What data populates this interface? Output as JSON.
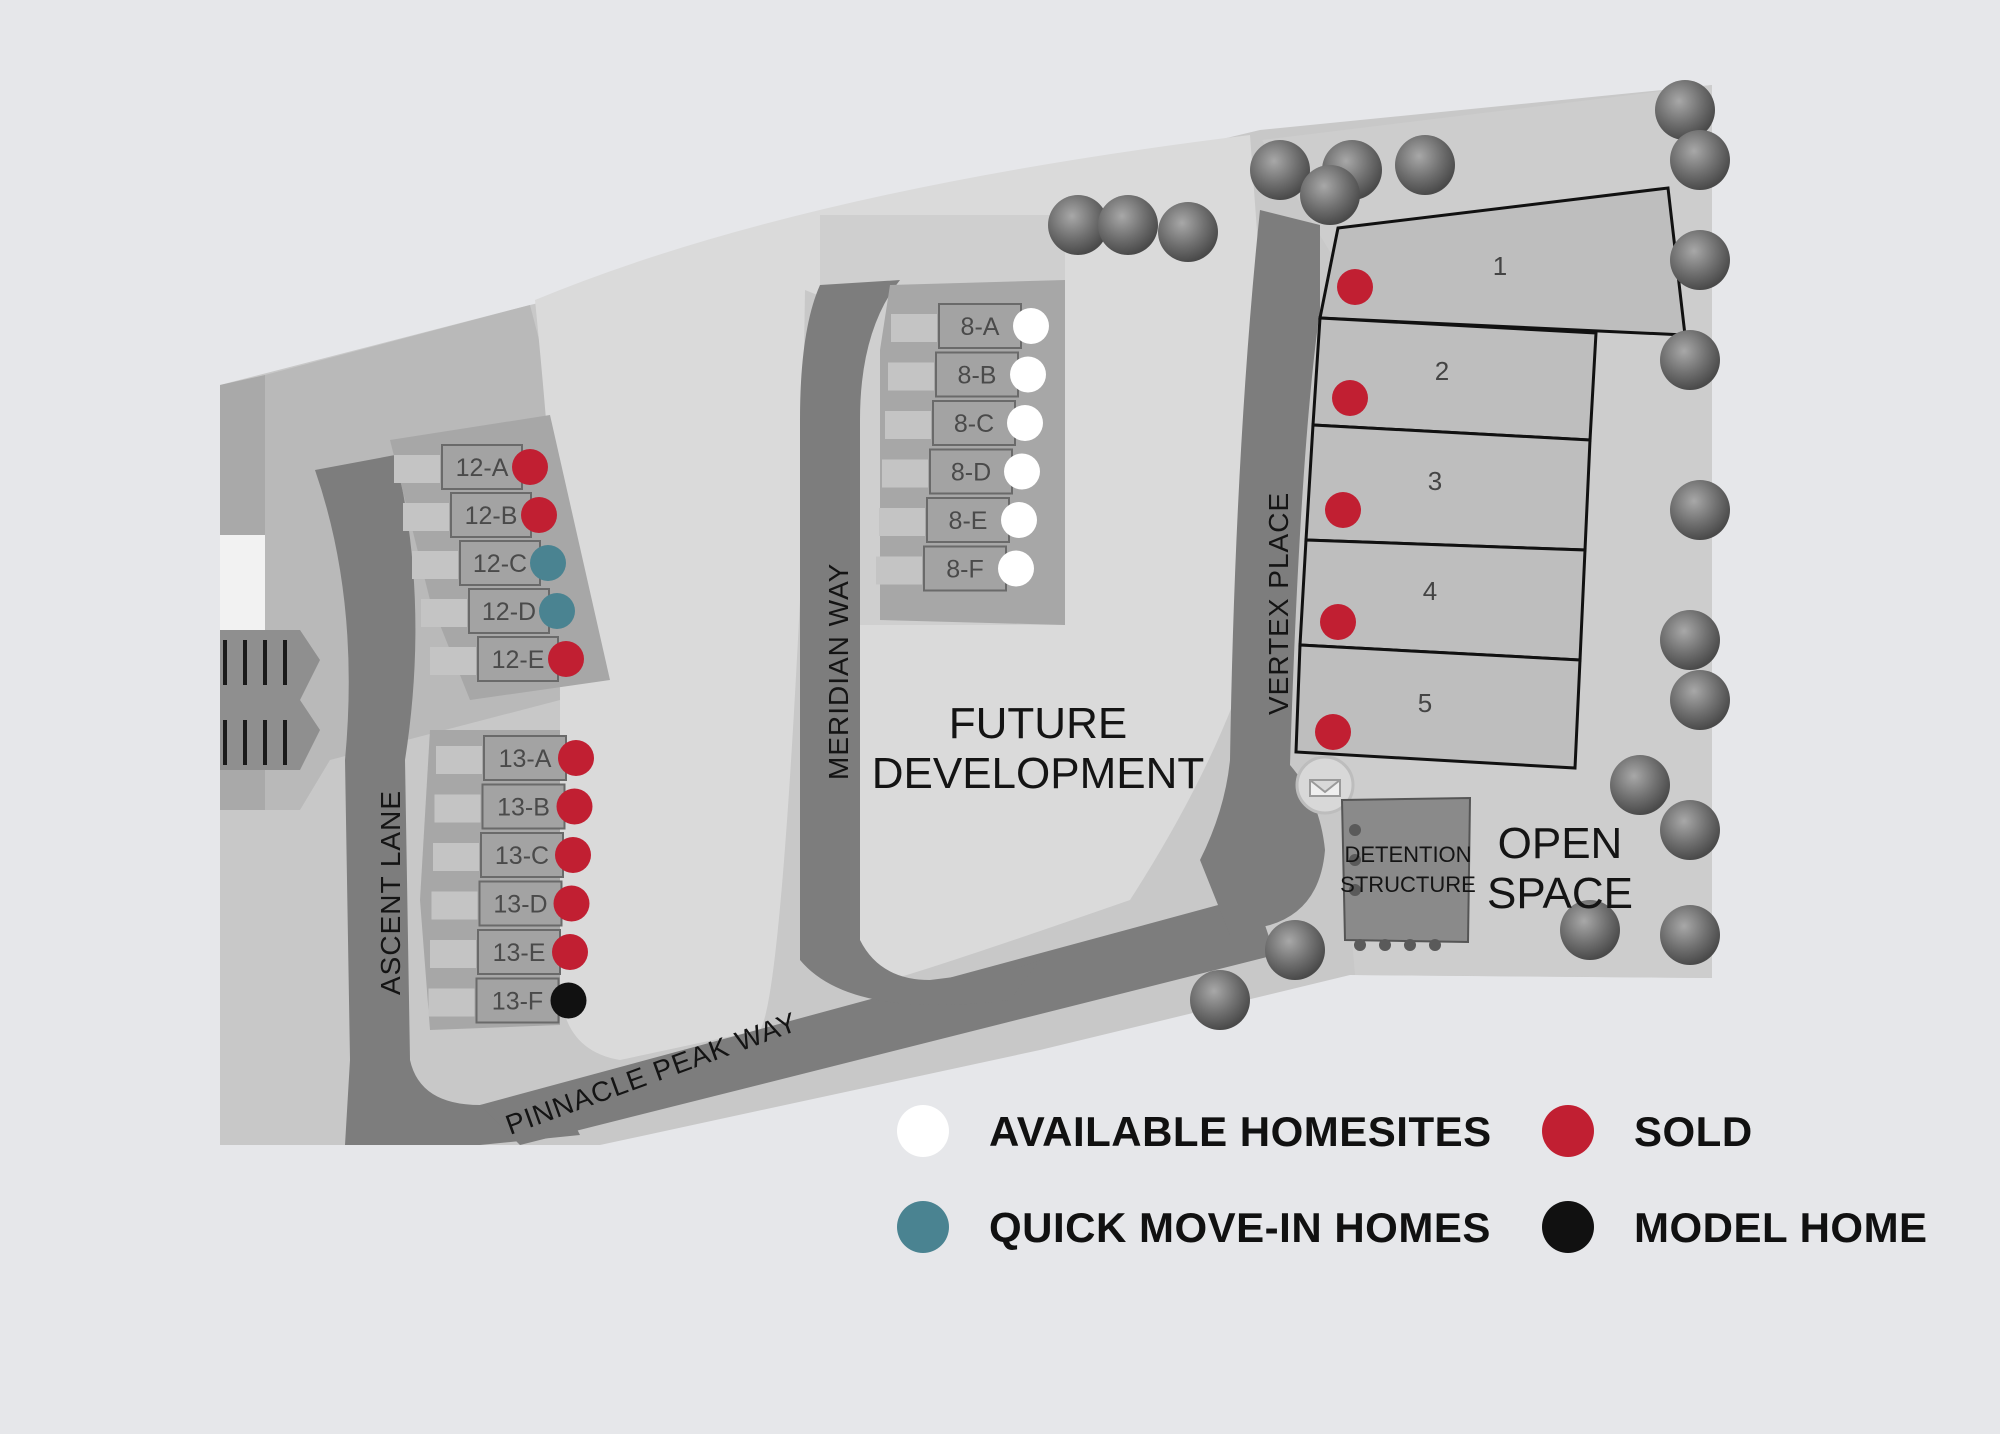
{
  "status_colors": {
    "available": "#ffffff",
    "sold": "#c11f32",
    "quick_move_in": "#4a8391",
    "model": "#111111"
  },
  "streets": {
    "ascent": "ASCENT LANE",
    "meridian": "MERIDIAN WAY",
    "vertex": "VERTEX PLACE",
    "pinnacle": "PINNACLE PEAK WAY"
  },
  "areas": {
    "future_line1": "FUTURE",
    "future_line2": "DEVELOPMENT",
    "open_line1": "OPEN",
    "open_line2": "SPACE",
    "detention_line1": "DETENTION",
    "detention_line2": "STRUCTURE"
  },
  "buildings": [
    {
      "name": "12",
      "units": [
        {
          "label": "12-A",
          "status": "sold"
        },
        {
          "label": "12-B",
          "status": "sold"
        },
        {
          "label": "12-C",
          "status": "quick_move_in"
        },
        {
          "label": "12-D",
          "status": "quick_move_in"
        },
        {
          "label": "12-E",
          "status": "sold"
        }
      ]
    },
    {
      "name": "13",
      "units": [
        {
          "label": "13-A",
          "status": "sold"
        },
        {
          "label": "13-B",
          "status": "sold"
        },
        {
          "label": "13-C",
          "status": "sold"
        },
        {
          "label": "13-D",
          "status": "sold"
        },
        {
          "label": "13-E",
          "status": "sold"
        },
        {
          "label": "13-F",
          "status": "model"
        }
      ]
    },
    {
      "name": "8",
      "units": [
        {
          "label": "8-A",
          "status": "available"
        },
        {
          "label": "8-B",
          "status": "available"
        },
        {
          "label": "8-C",
          "status": "available"
        },
        {
          "label": "8-D",
          "status": "available"
        },
        {
          "label": "8-E",
          "status": "available"
        },
        {
          "label": "8-F",
          "status": "available"
        }
      ]
    }
  ],
  "lots": [
    {
      "label": "1",
      "status": "sold"
    },
    {
      "label": "2",
      "status": "sold"
    },
    {
      "label": "3",
      "status": "sold"
    },
    {
      "label": "4",
      "status": "sold"
    },
    {
      "label": "5",
      "status": "sold"
    }
  ],
  "legend": [
    {
      "label": "AVAILABLE HOMESITES",
      "status": "available"
    },
    {
      "label": "SOLD",
      "status": "sold"
    },
    {
      "label": "QUICK MOVE-IN HOMES",
      "status": "quick_move_in"
    },
    {
      "label": "MODEL HOME",
      "status": "model"
    }
  ]
}
